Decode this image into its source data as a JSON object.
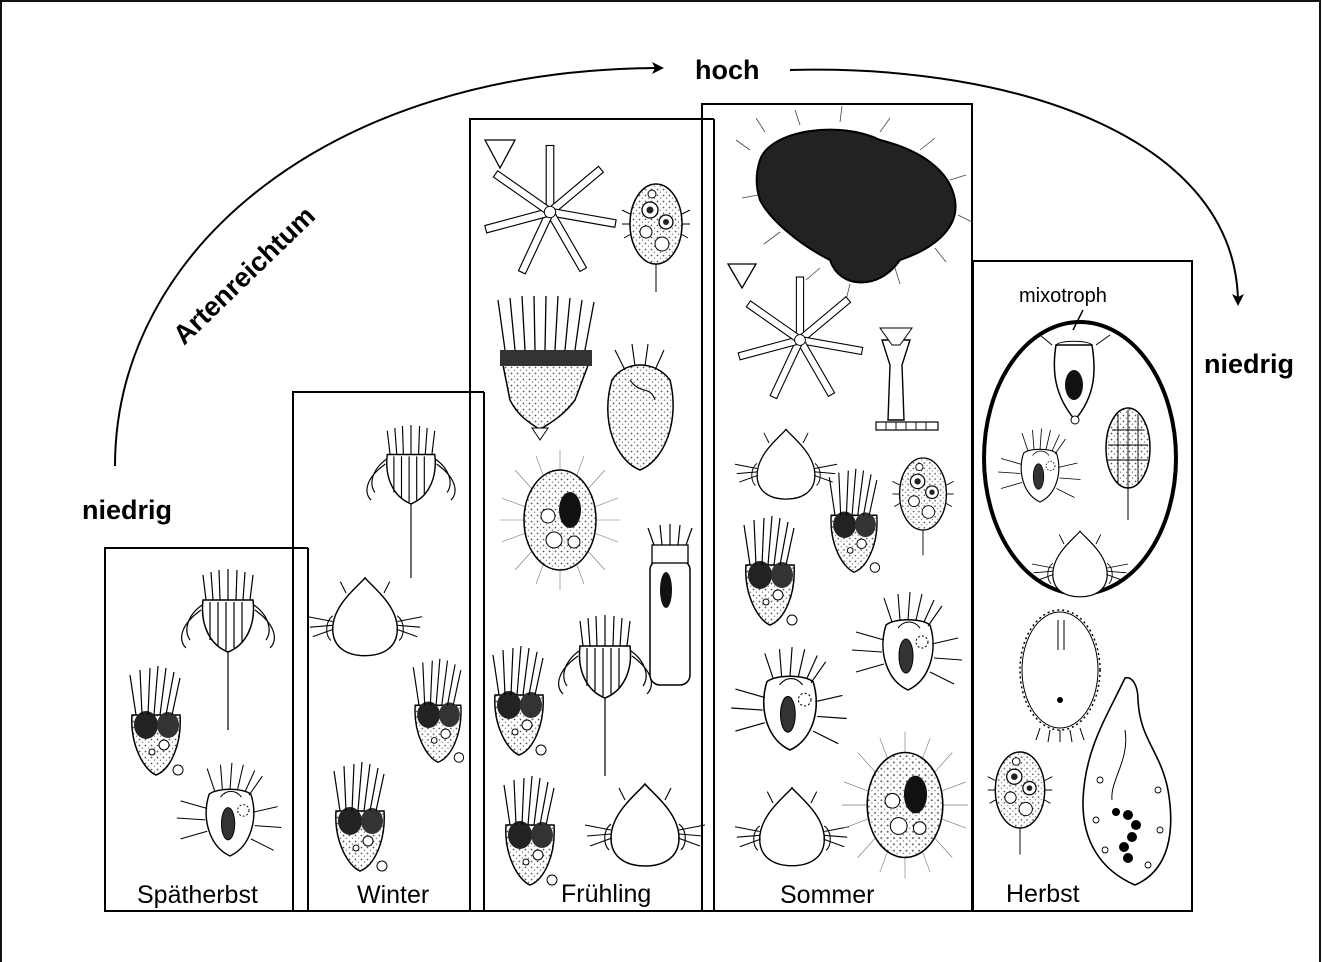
{
  "diagram": {
    "top_label": "hoch",
    "left_label": "niedrig",
    "right_label": "niedrig",
    "arc_label": "Artenreichtum",
    "mixotroph_label": "mixotroph",
    "seasons": [
      "Spätherbst",
      "Winter",
      "Frühling",
      "Sommer",
      "Herbst"
    ]
  },
  "colors": {
    "ink": "#000000",
    "background": "#ffffff",
    "stipple": "#555555"
  }
}
